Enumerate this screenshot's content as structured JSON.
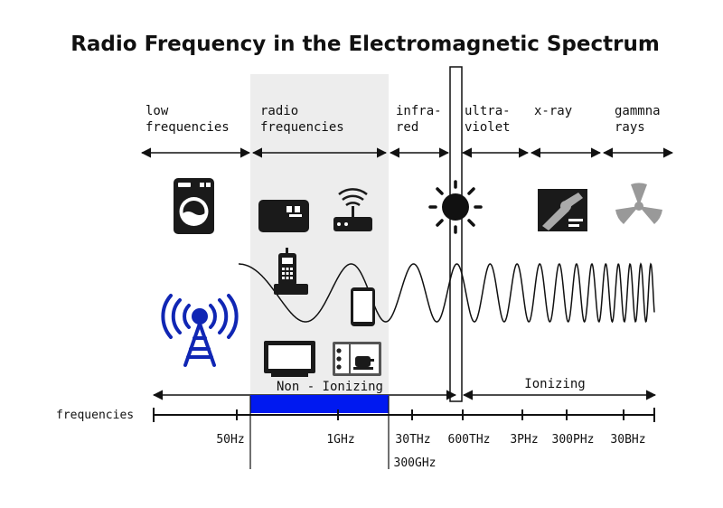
{
  "title": "Radio Frequency in the Electromagnetic Spectrum",
  "bands": [
    {
      "line1": "low",
      "line2": "frequencies"
    },
    {
      "line1": "radio",
      "line2": "frequencies"
    },
    {
      "line1": "infra-",
      "line2": "red"
    },
    {
      "line1": "ultra-",
      "line2": "violet"
    },
    {
      "line1": "x-ray",
      "line2": ""
    },
    {
      "line1": "gammna",
      "line2": "rays"
    }
  ],
  "ranges": {
    "non_ionizing": "Non - Ionizing",
    "ionizing": "Ionizing"
  },
  "axis_label": "frequencies",
  "ticks": [
    "50Hz",
    "1GHz",
    "30THz",
    "300GHz",
    "600THz",
    "3PHz",
    "300PHz",
    "30BHz"
  ],
  "icons": [
    "washing-machine-icon",
    "radio-icon",
    "wifi-router-icon",
    "cordless-phone-icon",
    "smartphone-icon",
    "radio-tower-icon",
    "television-icon",
    "microwave-icon",
    "sun-icon",
    "xray-icon",
    "radiation-icon"
  ],
  "colors": {
    "radio_band_bg": "#ededed",
    "radio_highlight": "#0019f0",
    "tower_blue": "#1026b4",
    "ink": "#111111",
    "radiation_gray": "#999999"
  }
}
